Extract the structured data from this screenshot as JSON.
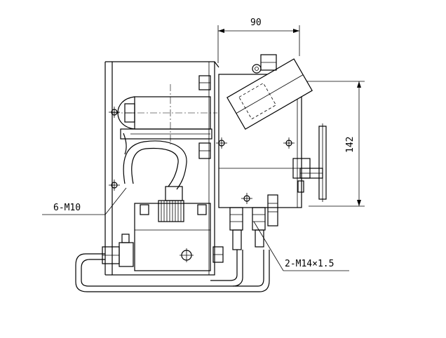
{
  "drawing": {
    "dimensions": {
      "width_label": "90",
      "height_label": "142"
    },
    "callouts": {
      "mounting_holes": "6-M10",
      "port_thread": "2-M14×1.5"
    }
  }
}
